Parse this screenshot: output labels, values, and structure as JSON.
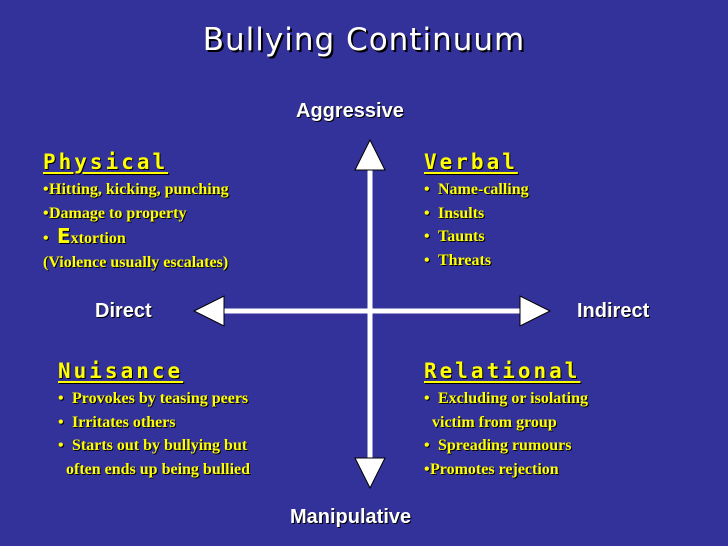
{
  "title": "Bullying Continuum",
  "axes": {
    "top": "Aggressive",
    "bottom": "Manipulative",
    "left": "Direct",
    "right": "Indirect"
  },
  "quadrants": {
    "physical": {
      "heading": "Physical",
      "items": [
        "Hitting, kicking, punching",
        "Damage to property",
        "E",
        "xtortion",
        "(Violence usually escalates)"
      ]
    },
    "verbal": {
      "heading": "Verbal",
      "items": [
        "Name-calling",
        "Insults",
        "Taunts",
        "Threats"
      ]
    },
    "nuisance": {
      "heading": "Nuisance",
      "items": [
        "Provokes by teasing peers",
        "Irritates others",
        "Starts out by bullying but",
        "often ends up being bullied"
      ]
    },
    "relational": {
      "heading": "Relational",
      "items": [
        "Excluding or isolating",
        "victim from group",
        "Spreading rumours",
        "Promotes rejection"
      ]
    }
  },
  "colors": {
    "background": "#33329a",
    "text": "#ffff00",
    "axis": "#ffffff"
  }
}
